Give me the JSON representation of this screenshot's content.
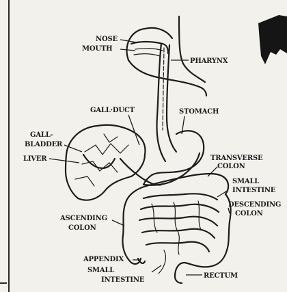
{
  "labels": {
    "nose": "NOSE",
    "mouth": "MOUTH",
    "pharynx": "PHARYNX",
    "gall_duct": "GALL·DUCT",
    "stomach": "STOMACH",
    "gall_bladder_1": "GALL-",
    "gall_bladder_2": "BLADDER",
    "liver": "LIVER",
    "transverse_colon_1": "TRANSVERSE",
    "transverse_colon_2": "COLON",
    "small_intestine_right_1": "SMALL",
    "small_intestine_right_2": "INTESTINE",
    "descending_colon_1": "DESCENDING",
    "descending_colon_2": "COLON",
    "ascending_colon_1": "ASCENDING",
    "ascending_colon_2": "COLON",
    "appendix": "APPENDIX",
    "small_intestine_bottom_1": "SMALL",
    "small_intestine_bottom_2": "INTESTINE",
    "rectum": "RECTUM"
  },
  "colors": {
    "ink": "#1c1c1c",
    "paper": "#f2f1ec"
  }
}
